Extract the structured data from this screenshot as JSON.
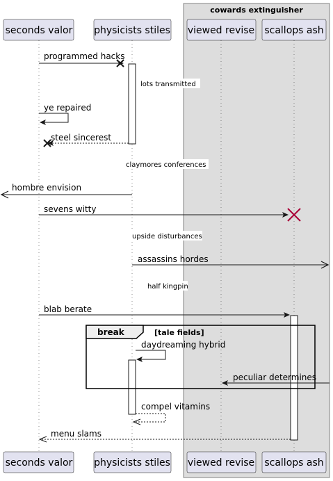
{
  "group": {
    "title": "cowards extinguisher"
  },
  "participants": [
    {
      "label": "seconds valor"
    },
    {
      "label": "physicists stiles"
    },
    {
      "label": "viewed revise"
    },
    {
      "label": "scallops ash"
    }
  ],
  "messages": {
    "m1": "programmed hacks",
    "d1": "lots transmitted",
    "m2": "ye repaired",
    "m3": "steel sincerest",
    "d2": "claymores conferences",
    "m4": "hombre envision",
    "m5": "sevens witty",
    "d3": "upside disturbances",
    "m6": "assassins hordes",
    "d4": "half kingpin",
    "m7": "blab berate",
    "m8": "daydreaming hybrid",
    "m9": "peculiar determines",
    "m10": "compel vitamins",
    "m11": "menu slams"
  },
  "fragment": {
    "operator": "break",
    "condition": "[tale fields]"
  },
  "colors": {
    "participant_fill": "#e2e2f0",
    "group_fill": "#dddddd",
    "destroy_accent": "#a80036",
    "line": "#181818"
  }
}
